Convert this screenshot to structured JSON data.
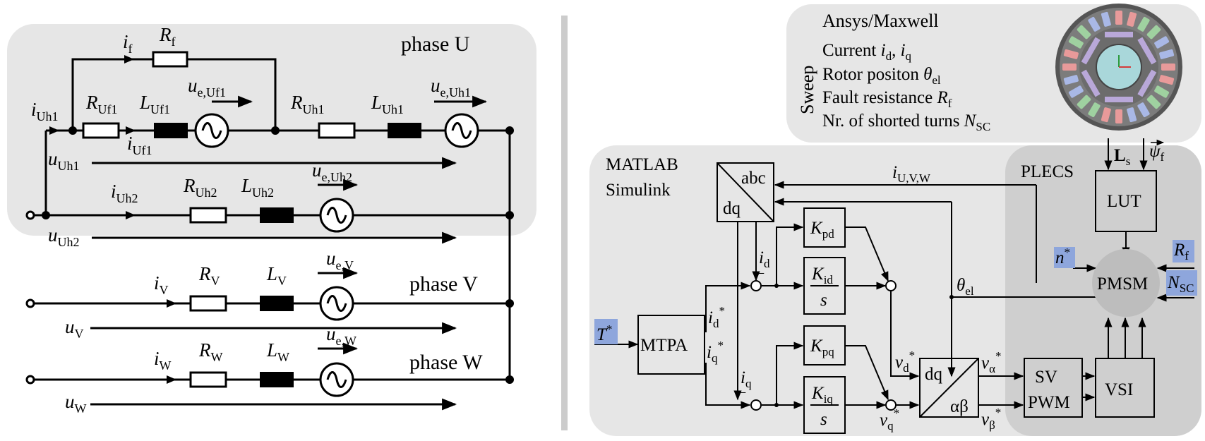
{
  "circuit": {
    "phase_u": "phase U",
    "phase_v": "phase V",
    "phase_w": "phase W",
    "i_f": {
      "sym": "i",
      "sub": "f"
    },
    "R_f": {
      "sym": "R",
      "sub": "f"
    },
    "i_Uh1": {
      "sym": "i",
      "sub": "Uh1"
    },
    "R_Uf1": {
      "sym": "R",
      "sub": "Uf1"
    },
    "L_Uf1": {
      "sym": "L",
      "sub": "Uf1"
    },
    "u_eUf1": {
      "sym": "u",
      "sub": "e,Uf1"
    },
    "R_Uh1": {
      "sym": "R",
      "sub": "Uh1"
    },
    "L_Uh1": {
      "sym": "L",
      "sub": "Uh1"
    },
    "u_eUh1": {
      "sym": "u",
      "sub": "e,Uh1"
    },
    "i_Uf1": {
      "sym": "i",
      "sub": "Uf1"
    },
    "u_Uh1": {
      "sym": "u",
      "sub": "Uh1"
    },
    "i_Uh2": {
      "sym": "i",
      "sub": "Uh2"
    },
    "R_Uh2": {
      "sym": "R",
      "sub": "Uh2"
    },
    "L_Uh2": {
      "sym": "L",
      "sub": "Uh2"
    },
    "u_eUh2": {
      "sym": "u",
      "sub": "e,Uh2"
    },
    "u_Uh2": {
      "sym": "u",
      "sub": "Uh2"
    },
    "i_V": {
      "sym": "i",
      "sub": "V"
    },
    "R_V": {
      "sym": "R",
      "sub": "V"
    },
    "L_V": {
      "sym": "L",
      "sub": "V"
    },
    "u_eV": {
      "sym": "u",
      "sub": "e,V"
    },
    "u_V": {
      "sym": "u",
      "sub": "V"
    },
    "i_W": {
      "sym": "i",
      "sub": "W"
    },
    "R_W": {
      "sym": "R",
      "sub": "W"
    },
    "L_W": {
      "sym": "L",
      "sub": "W"
    },
    "u_eW": {
      "sym": "u",
      "sub": "e,W"
    },
    "u_W": {
      "sym": "u",
      "sub": "W"
    }
  },
  "ansys": {
    "title": "Ansys/Maxwell",
    "sweep": "Sweep",
    "current_prefix": "Current ",
    "current_id": {
      "sym": "i",
      "sub": "d"
    },
    "current_sep": ", ",
    "current_iq": {
      "sym": "i",
      "sub": "q"
    },
    "rotor_prefix": "Rotor positon ",
    "rotor_sym": {
      "sym": "θ",
      "sub": "el"
    },
    "fault_prefix": "Fault resistance ",
    "fault_sym": {
      "sym": "R",
      "sub": "f"
    },
    "turns_prefix": "Nr. of shorted turns ",
    "turns_sym": {
      "sym": "N",
      "sub": "SC"
    }
  },
  "control": {
    "matlab": "MATLAB",
    "simulink": "Simulink",
    "plecs": "PLECS",
    "abc": "abc",
    "dq": "dq",
    "mtpa": "MTPA",
    "lut": "LUT",
    "pmsm": "PMSM",
    "sv": "SV",
    "pwm": "PWM",
    "vsi": "VSI",
    "alphabeta": "αβ",
    "K_pd": {
      "sym": "K",
      "sub": "pd"
    },
    "K_id": {
      "sym": "K",
      "sub": "id"
    },
    "K_pq": {
      "sym": "K",
      "sub": "pq"
    },
    "K_iq": {
      "sym": "K",
      "sub": "iq"
    },
    "s": "s",
    "i_d": {
      "sym": "i",
      "sub": "d"
    },
    "i_q": {
      "sym": "i",
      "sub": "q"
    },
    "i_d_star": {
      "sym": "i",
      "sub": "d",
      "sup": "*"
    },
    "i_q_star": {
      "sym": "i",
      "sub": "q",
      "sup": "*"
    },
    "v_d_star": {
      "sym": "v",
      "sub": "d",
      "sup": "*"
    },
    "v_q_star": {
      "sym": "v",
      "sub": "q",
      "sup": "*"
    },
    "v_alpha_star": {
      "sym": "v",
      "sub": "α",
      "sup": "*"
    },
    "v_beta_star": {
      "sym": "v",
      "sub": "β",
      "sup": "*"
    },
    "i_UVW": {
      "sym": "i",
      "sub": "U,V,W"
    },
    "theta_el": {
      "sym": "θ",
      "sub": "el"
    },
    "T_star": {
      "sym": "T",
      "sup": "*"
    },
    "n_star": {
      "sym": "n",
      "sup": "*"
    },
    "R_f": {
      "sym": "R",
      "sub": "f"
    },
    "N_SC": {
      "sym": "N",
      "sub": "SC"
    },
    "L_s": {
      "sym": "L",
      "sub": "s"
    },
    "psi_f": {
      "sym": "ψ",
      "sub": "f"
    },
    "minus": "−"
  },
  "colors": {
    "panel": "#e6e6e6",
    "plecs_panel": "#cfcfcf",
    "pmsm": "#bdbdbd",
    "highlight": "#8ea6dc",
    "divider": "#cccccc"
  }
}
